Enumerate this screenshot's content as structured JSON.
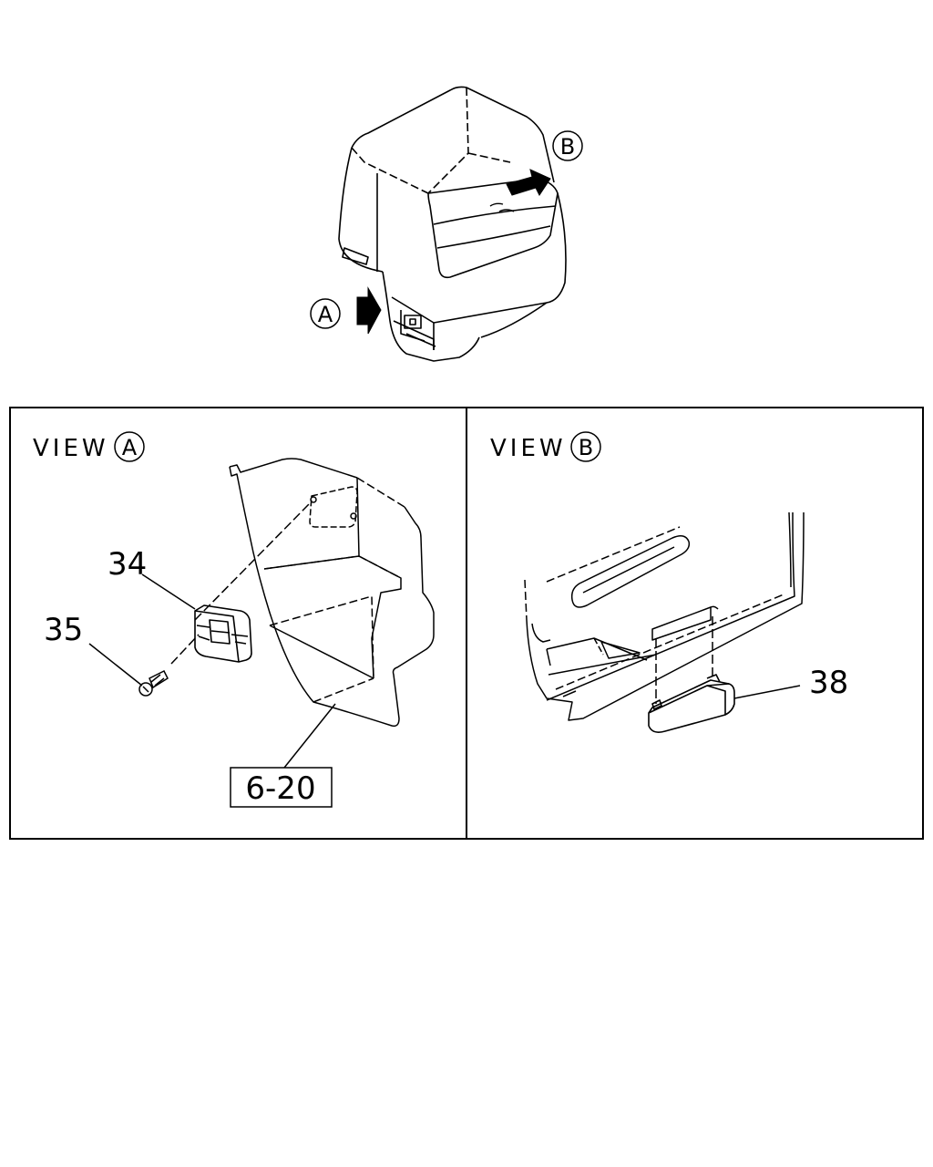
{
  "overview": {
    "callout_a": "A",
    "callout_b": "B"
  },
  "panels": [
    {
      "title_prefix": "VIEW",
      "title_circle": "A",
      "parts": [
        {
          "number": "34"
        },
        {
          "number": "35"
        }
      ],
      "reference": "6-20"
    },
    {
      "title_prefix": "VIEW",
      "title_circle": "B",
      "parts": [
        {
          "number": "38"
        }
      ]
    }
  ]
}
